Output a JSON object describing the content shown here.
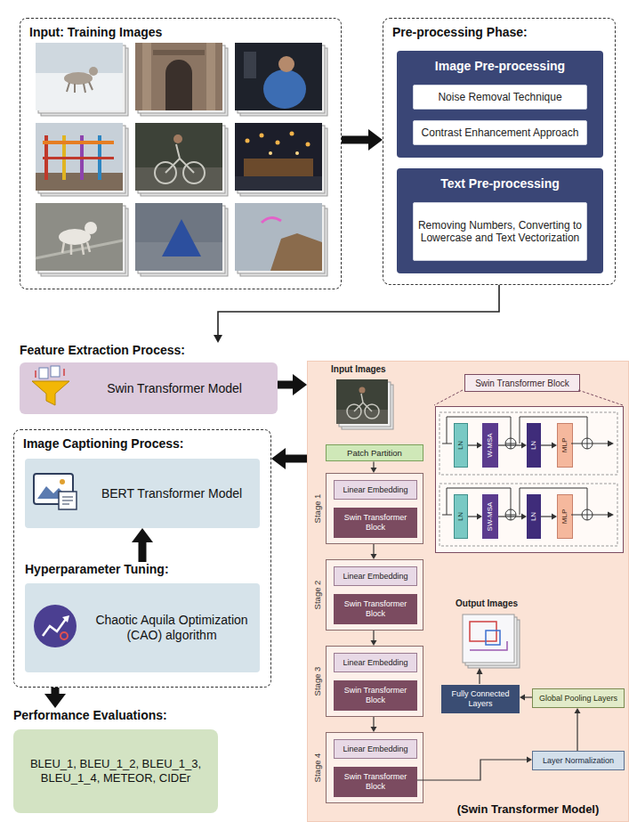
{
  "diagram": {
    "nodes": [
      {
        "text": [
          "Input: Training Images"
        ]
      },
      {
        "text": [
          "Pre-processing Phase:"
        ]
      },
      {
        "text": [
          "Image Pre-processing"
        ],
        "in": 1
      },
      {
        "text": [
          "Noise Removal Technique"
        ],
        "in": 2
      },
      {
        "text": [
          "Contrast Enhancement Approach"
        ],
        "in": 2
      },
      {
        "text": [
          "Text Pre-processing"
        ],
        "in": 1
      },
      {
        "text": [
          "Removing Numbers, Converting to Lowercase and Text Vectorization"
        ],
        "in": 5
      },
      {
        "text": [
          "Feature Extraction Process:",
          "Swin Transformer Model"
        ]
      },
      {
        "text": [
          "(Swin Transformer Model)"
        ]
      },
      {
        "text": [
          "Patch Partition"
        ],
        "in": 8
      },
      {
        "text": [
          "Stage 1"
        ],
        "in": 8
      },
      {
        "text": [
          "Linear Embedding"
        ],
        "in": 10
      },
      {
        "text": [
          "Swin Transformer Block"
        ],
        "in": 10
      },
      {
        "text": [
          "Stage 2"
        ],
        "in": 8
      },
      {
        "text": [
          "Linear Embedding"
        ],
        "in": 13
      },
      {
        "text": [
          "Swin Transformer Block"
        ],
        "in": 13
      },
      {
        "text": [
          "Stage 3"
        ],
        "in": 8
      },
      {
        "text": [
          "Linear Embedding"
        ],
        "in": 16
      },
      {
        "text": [
          "Swin Transformer Block"
        ],
        "in": 16
      },
      {
        "text": [
          "Stage 4"
        ],
        "in": 8
      },
      {
        "text": [
          "Linear Embedding"
        ],
        "in": 19
      },
      {
        "text": [
          "Swin Transformer Block"
        ],
        "in": 19
      },
      {
        "text": [
          "Swin Transformer Block"
        ],
        "in": 8
      },
      {
        "text": [
          "LN"
        ],
        "in": 22
      },
      {
        "text": [
          "W-MSA"
        ],
        "in": 22
      },
      {
        "text": [
          "LN"
        ],
        "in": 22
      },
      {
        "text": [
          "MLP"
        ],
        "in": 22
      },
      {
        "text": [
          "LN"
        ],
        "in": 22
      },
      {
        "text": [
          "SW-MSA"
        ],
        "in": 22
      },
      {
        "text": [
          "LN"
        ],
        "in": 22
      },
      {
        "text": [
          "MLP"
        ],
        "in": 22
      },
      {
        "text": [
          "Layer Normalization"
        ],
        "in": 8
      },
      {
        "text": [
          "Global Pooling Layers"
        ],
        "in": 8
      },
      {
        "text": [
          "Fully Connected Layers"
        ],
        "in": 8
      },
      {
        "text": [
          "Image Captioning Process:"
        ]
      },
      {
        "text": [
          "BERT Transformer Model"
        ],
        "in": 34
      },
      {
        "text": [
          "Hyperparameter Tuning:",
          "Chaotic Aquila Optimization (CAO) algorithm"
        ],
        "in": 34
      },
      {
        "text": [
          "Performance Evaluations:",
          "BLEU_1, BLEU_1_2, BLEU_1_3, BLEU_1_4, METEOR, CIDEr"
        ]
      }
    ],
    "edges": [
      {
        "from": 0,
        "to": 1,
        "arrow": "to"
      },
      {
        "from": 1,
        "to": 7,
        "arrow": "to"
      },
      {
        "from": 7,
        "to": 8,
        "arrow": "to"
      },
      {
        "from": 8,
        "to": 34,
        "arrow": "to"
      },
      {
        "from": 36,
        "to": 35,
        "arrow": "to"
      },
      {
        "from": 34,
        "to": 37,
        "arrow": "to"
      },
      {
        "from": 9,
        "to": 10,
        "arrow": "to"
      },
      {
        "from": 10,
        "to": 13,
        "arrow": "to"
      },
      {
        "from": 13,
        "to": 16,
        "arrow": "to"
      },
      {
        "from": 16,
        "to": 19,
        "arrow": "to"
      },
      {
        "from": 23,
        "to": 24,
        "arrow": "to"
      },
      {
        "from": 24,
        "to": 25,
        "arrow": "to"
      },
      {
        "from": 25,
        "to": 26,
        "arrow": "to"
      },
      {
        "from": 27,
        "to": 28,
        "arrow": "to"
      },
      {
        "from": 28,
        "to": 29,
        "arrow": "to"
      },
      {
        "from": 29,
        "to": 30,
        "arrow": "to"
      },
      {
        "from": 21,
        "to": 31,
        "arrow": "to"
      },
      {
        "from": 31,
        "to": 32,
        "arrow": "to"
      },
      {
        "from": 32,
        "to": 33,
        "arrow": "to"
      }
    ],
    "labels": [
      "Input Images",
      "Output Images"
    ]
  }
}
